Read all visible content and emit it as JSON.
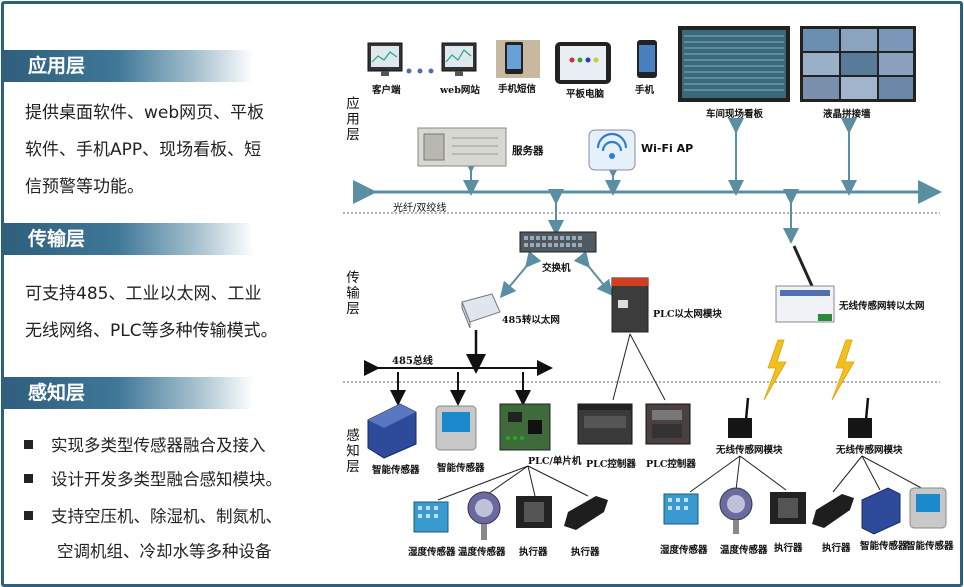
{
  "sections": {
    "app": {
      "title": "应用层",
      "lines": [
        "提供桌面软件、web网页、平板",
        "软件、手机APP、现场看板、短",
        "信预警等功能。"
      ]
    },
    "trans": {
      "title": "传输层",
      "lines": [
        "可支持485、工业以太网、工业",
        "无线网络、PLC等多种传输模式。"
      ]
    },
    "sense": {
      "title": "感知层",
      "bullets": [
        "实现多类型传感器融合及接入",
        "设计开发多类型融合感知模块。",
        "支持空压机、除湿机、制氮机、",
        "空调机组、冷却水等多种设备"
      ]
    }
  },
  "diagram": {
    "layers": {
      "app": "应用层",
      "trans": "传输层",
      "sense": "感知层"
    },
    "app_labels": {
      "client": "客户端",
      "web": "web网站",
      "sms": "手机短信",
      "tablet": "平板电脑",
      "phone": "手机",
      "board": "车间现场看板",
      "wall": "液晶拼接墙",
      "server": "服务器",
      "wifi": "Wi-Fi AP"
    },
    "bus_label": "光纤/双绞线",
    "trans_labels": {
      "switch": "交换机",
      "r485": "485转以太网",
      "plcmod": "PLC以太网模块",
      "wireless": "无线传感网转以太网",
      "bus485": "485总线"
    },
    "sense_labels": {
      "s1": "智能传感器",
      "s2": "智能传感器",
      "plcmcu": "PLC/单片机",
      "plc1": "PLC控制器",
      "plc2": "PLC控制器",
      "wmod1": "无线传感网模块",
      "wmod2": "无线传感网模块"
    },
    "bottom_labels": {
      "b1": "湿度传感器",
      "b2": "温度传感器",
      "b3": "执行器",
      "b4": "执行器",
      "b5": "湿度传感器",
      "b6": "温度传感器",
      "b7": "执行器",
      "b8": "执行器",
      "b9": "智能传感器",
      "b10": "智能传感器"
    }
  },
  "colors": {
    "header": "#2f5f7c",
    "frame": "#2d5f7e",
    "arrow": "#5a8fa3",
    "lightning": "#f0c020"
  }
}
